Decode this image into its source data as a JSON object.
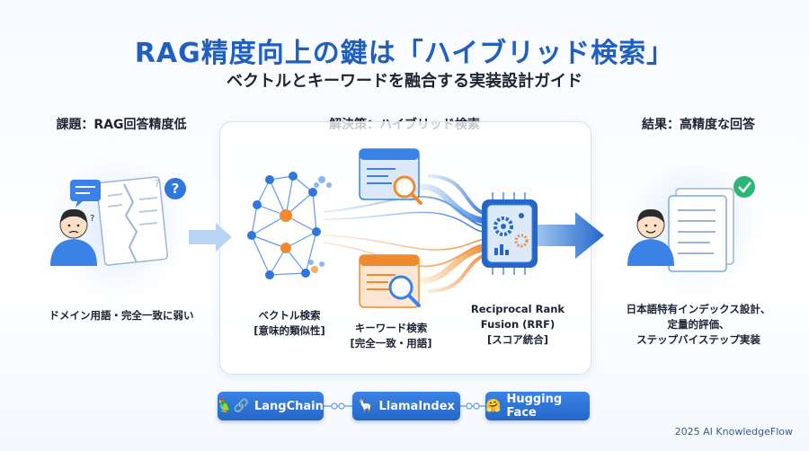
{
  "title": "RAG精度向上の鍵は「ハイブリッド検索」",
  "subtitle": "ベクトルとキーワードを融合する実装設計ガイド",
  "problem": {
    "heading": "課題：RAG回答精度低",
    "caption": "ドメイン用語・完全一致に弱い"
  },
  "solution": {
    "heading": "解決策：ハイブリッド検索",
    "vector_caption": [
      "ベクトル検索",
      "[意味的類似性]"
    ],
    "keyword_caption": [
      "キーワード検索",
      "[完全一致・用語]"
    ],
    "rrf_caption": [
      "Reciprocal Rank",
      "Fusion (RRF)",
      "[スコア統合]"
    ]
  },
  "result": {
    "heading": "結果：高精度な回答",
    "caption": [
      "日本語特有インデックス設計、",
      "定量的評価、",
      "ステップバイステップ実装"
    ]
  },
  "tools": [
    {
      "label": "LangChain",
      "icon": "parrot-link-icon",
      "glyph": "🦜🔗"
    },
    {
      "label": "LlamaIndex",
      "icon": "llama-icon",
      "glyph": "🦙"
    },
    {
      "label": "Hugging Face",
      "icon": "hugging-face-icon",
      "glyph": "🤗"
    }
  ],
  "credit": "2025 AI KnowledgeFlow",
  "colors": {
    "title_blue": "#1f5fbf",
    "arrow_blue": "#3a82e6",
    "arrow_orange": "#f08a30",
    "check_green": "#2bb673"
  }
}
